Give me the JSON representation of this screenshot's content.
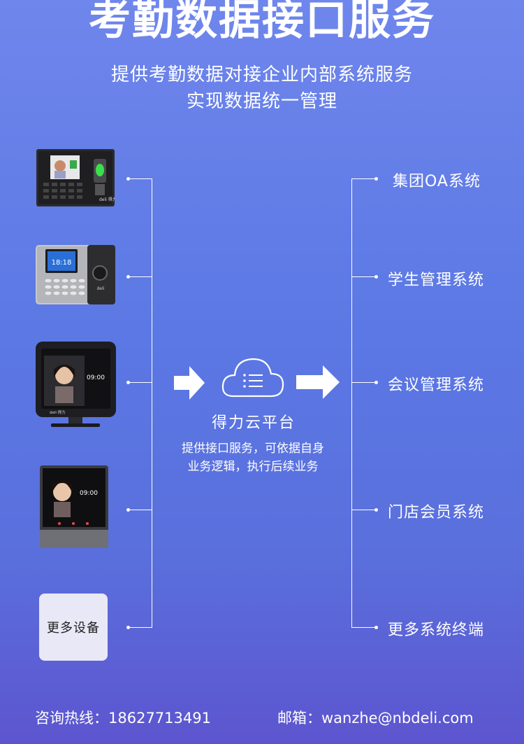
{
  "title": "考勤数据接口服务",
  "subtitle": {
    "line1": "提供考勤数据对接企业内部系统服务",
    "line2": "实现数据统一管理"
  },
  "devices": {
    "more_label": "更多设备",
    "d1_brand": "deli 得力",
    "d2_time": "18:18",
    "d2_brand": "deli",
    "d3_time": "09:00",
    "d3_brand": "deli 得力",
    "d4_time": "09:00"
  },
  "platform": {
    "name": "得力云平台",
    "desc_line1": "提供接口服务，可依据自身",
    "desc_line2": "业务逻辑，执行后续业务"
  },
  "systems": [
    {
      "label": "集团OA系统"
    },
    {
      "label": "学生管理系统"
    },
    {
      "label": "会议管理系统"
    },
    {
      "label": "门店会员系统"
    },
    {
      "label": "更多系统终端"
    }
  ],
  "footer": {
    "hotline": "咨询热线：18627713491",
    "email": "邮箱：wanzhe@nbdeli.com"
  },
  "colors": {
    "bg_top": "#6f86ec",
    "bg_bottom": "#5d55cf",
    "line": "#ffffff"
  }
}
